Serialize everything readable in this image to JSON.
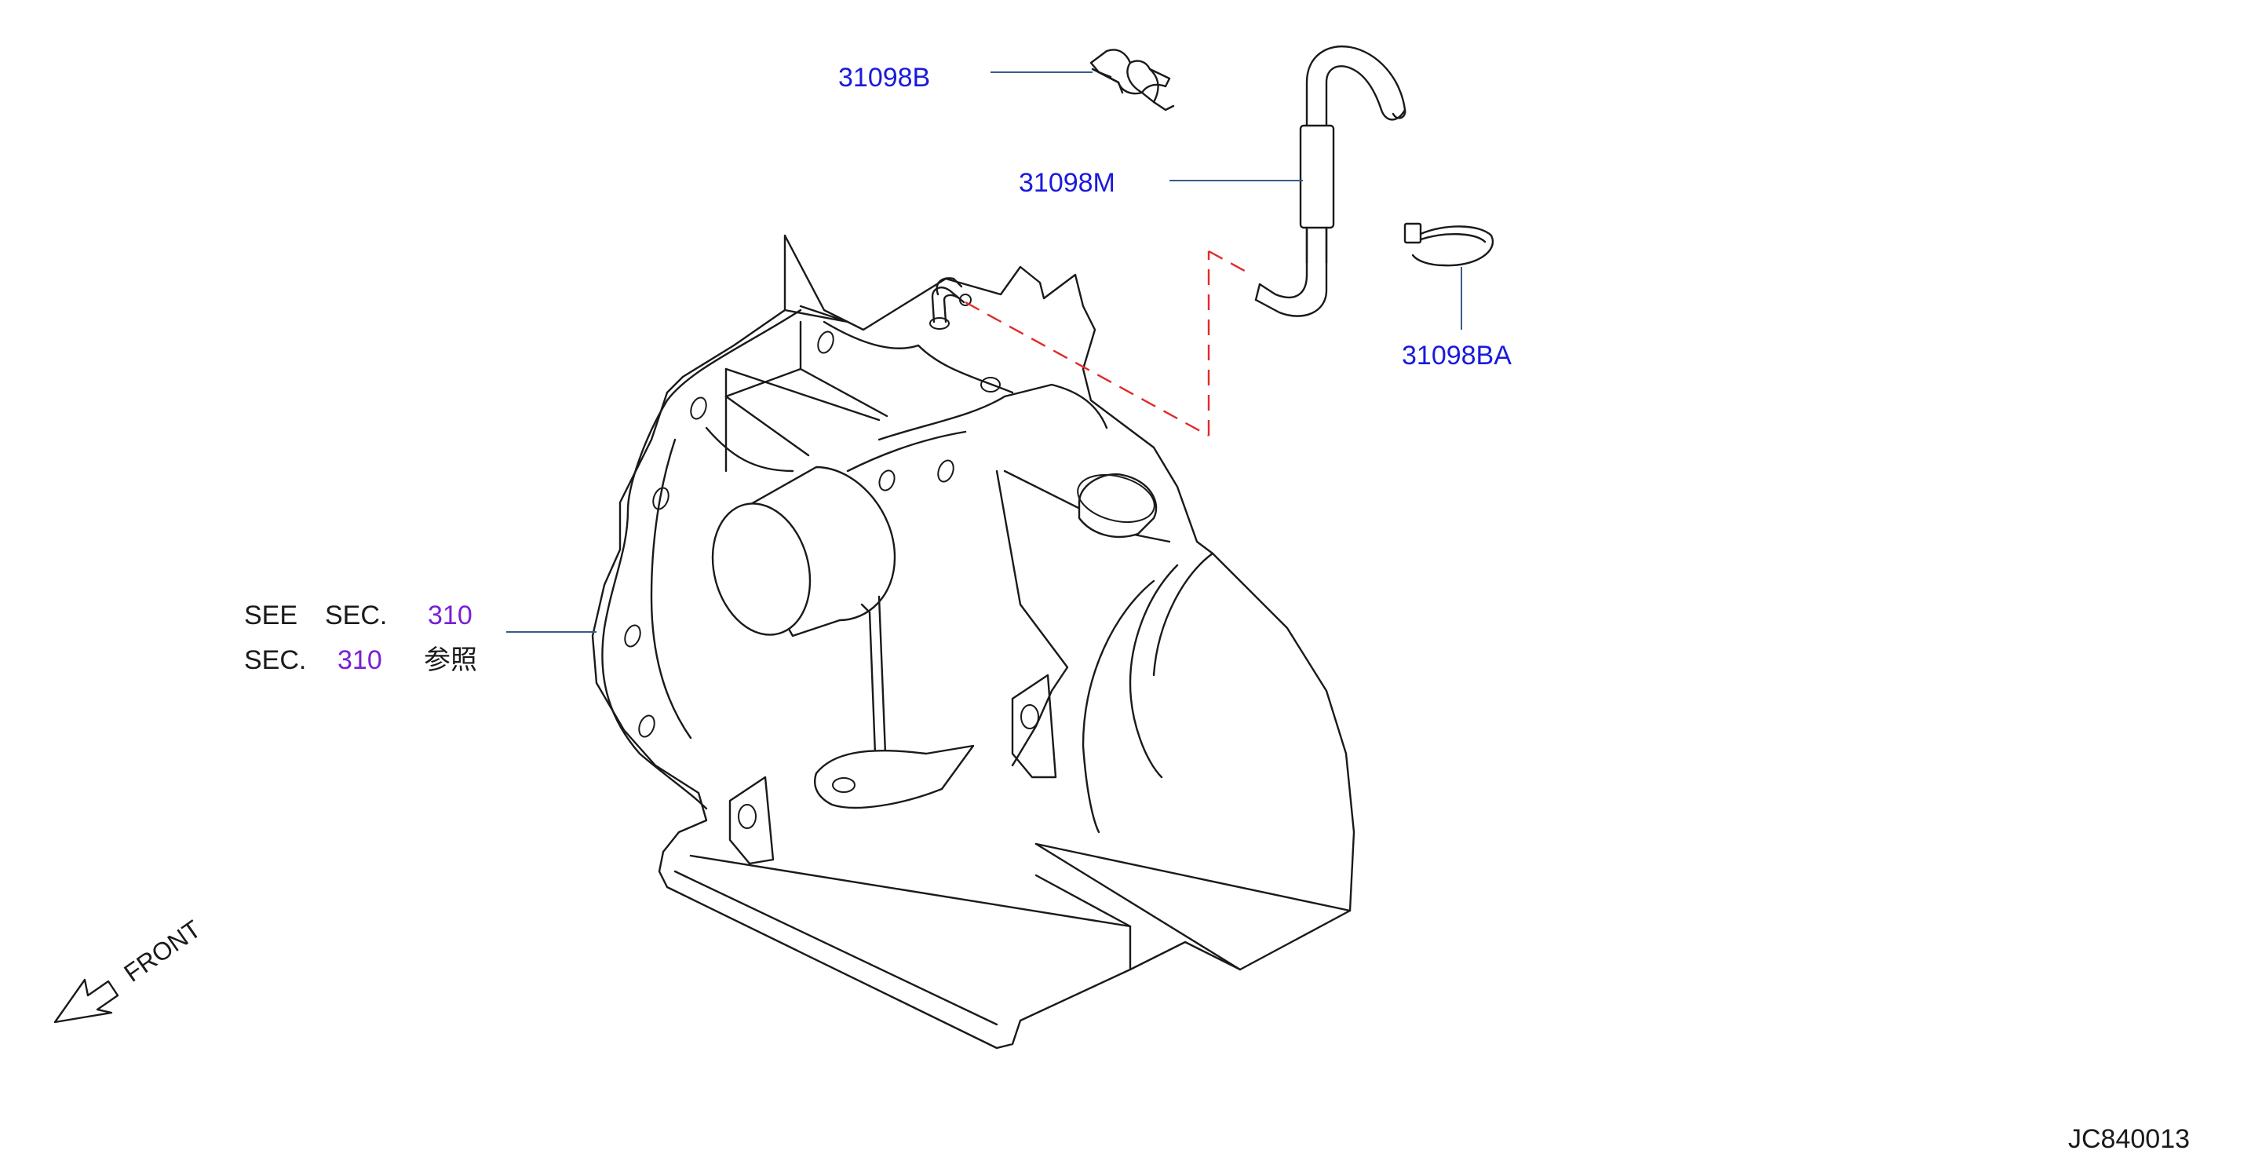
{
  "parts": {
    "clip": "31098B",
    "hose": "31098M",
    "clamp": "31098BA"
  },
  "reference": {
    "see": "SEE",
    "sec_en": "SEC.",
    "num_en": "310",
    "sec_jp": "SEC.",
    "num_jp": "310",
    "jp_ref": "参照"
  },
  "front_label": "FRONT",
  "diagram_id": "JC840013",
  "colors": {
    "part_number": "#1a1adc",
    "section_number": "#7a1fd6",
    "connection_dash": "#e02a2a",
    "linework": "#1a1a1a"
  }
}
